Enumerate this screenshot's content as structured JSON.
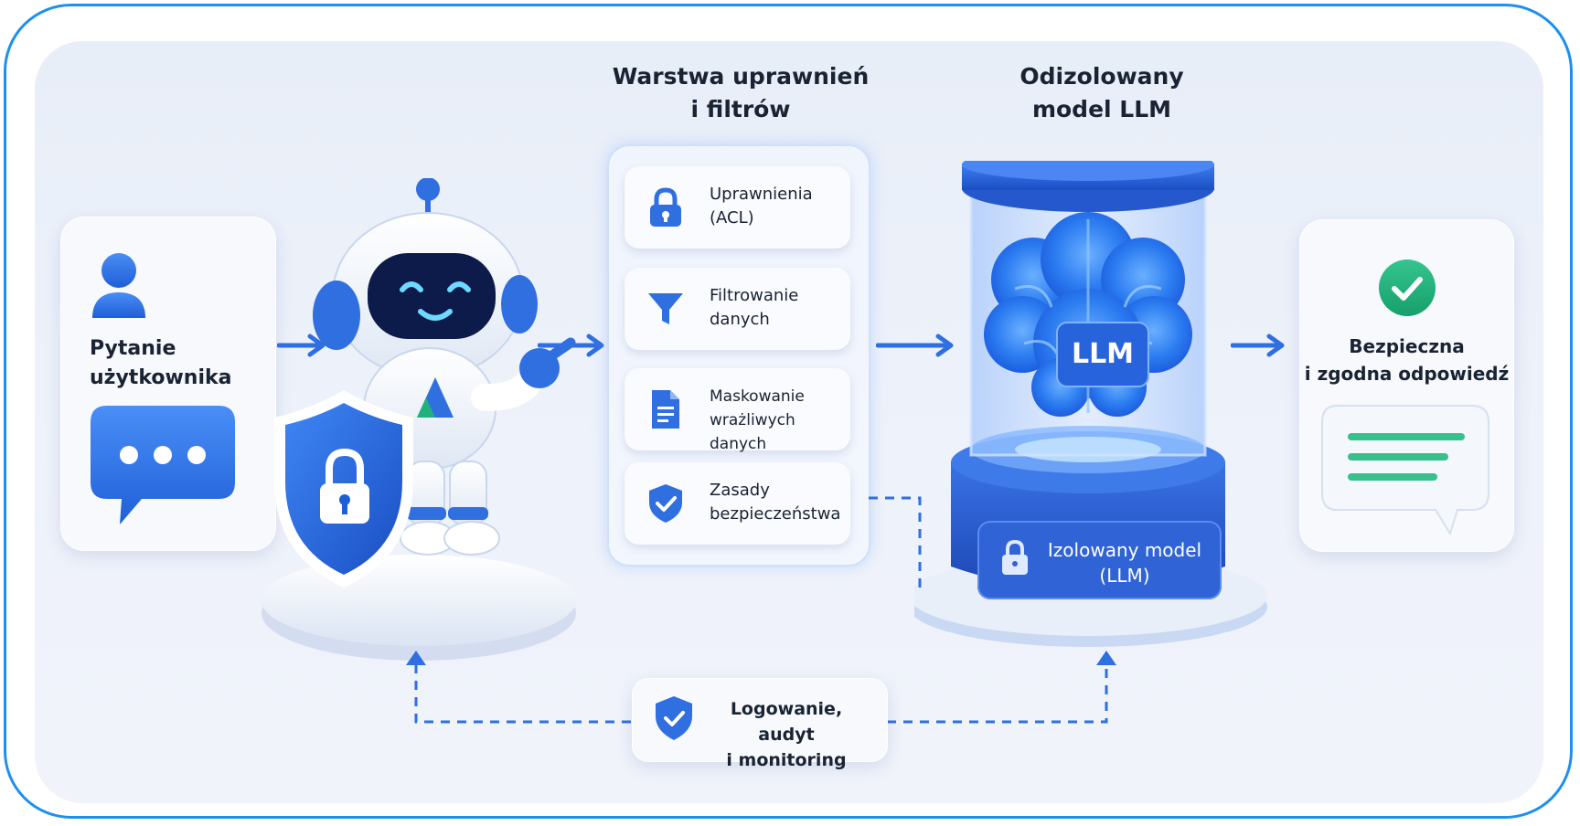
{
  "user_card": {
    "label_line1": "Pytanie",
    "label_line2": "użytkownika"
  },
  "filter_layer": {
    "title_line1": "Warstwa uprawnień",
    "title_line2": "i filtrów",
    "items": [
      {
        "line1": "Uprawnienia",
        "line2": "(ACL)",
        "icon": "lock-icon"
      },
      {
        "line1": "Filtrowanie",
        "line2": "danych",
        "icon": "funnel-icon"
      },
      {
        "line1": "Maskowanie",
        "line2": "wrażliwych danych",
        "icon": "document-icon"
      },
      {
        "line1": "Zasady",
        "line2": "bezpieczeństwa",
        "icon": "shield-check-icon"
      }
    ]
  },
  "llm": {
    "title_line1": "Odizolowany",
    "title_line2": "model LLM",
    "brain_label": "LLM",
    "base_line1": "Izolowany model",
    "base_line2": "(LLM)"
  },
  "response_card": {
    "label_line1": "Bezpieczna",
    "label_line2": "i zgodna odpowiedź"
  },
  "logging": {
    "line1": "Logowanie, audyt",
    "line2": "i monitoring"
  },
  "colors": {
    "accent_blue": "#2f6fe0",
    "frame_blue": "#1d8ff0",
    "success_green": "#22b07d",
    "panel_bg": "#e9eef8"
  }
}
